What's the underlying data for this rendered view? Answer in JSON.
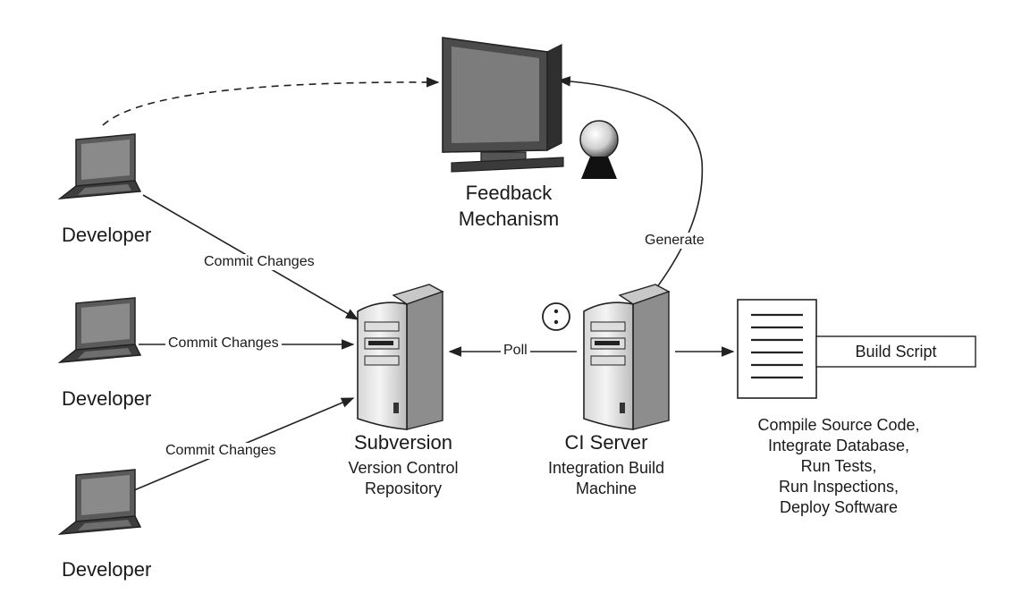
{
  "developers": [
    "Developer",
    "Developer",
    "Developer"
  ],
  "feedback": {
    "title_line1": "Feedback",
    "title_line2": "Mechanism"
  },
  "subversion": {
    "title": "Subversion",
    "subtitle_line1": "Version Control",
    "subtitle_line2": "Repository"
  },
  "ci_server": {
    "title": "CI Server",
    "subtitle_line1": "Integration Build",
    "subtitle_line2": "Machine"
  },
  "build_script": {
    "label": "Build Script",
    "steps": [
      "Compile Source Code,",
      "Integrate Database,",
      "Run Tests,",
      "Run Inspections,",
      "Deploy Software"
    ]
  },
  "edges": {
    "commit_1": "Commit Changes",
    "commit_2": "Commit Changes",
    "commit_3": "Commit Changes",
    "poll": "Poll",
    "generate": "Generate"
  }
}
